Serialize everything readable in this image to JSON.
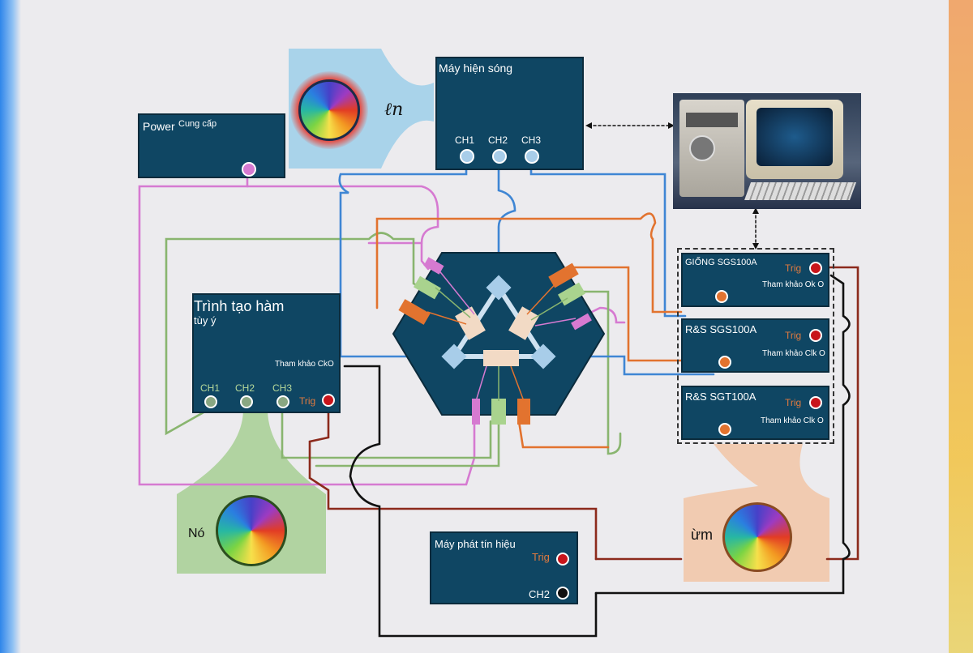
{
  "colors": {
    "box_fill": "#0f4663",
    "wire_pink": "#d67ad1",
    "wire_green": "#89b56f",
    "wire_blue": "#3f86d4",
    "wire_orange": "#e2732f",
    "wire_darkred": "#8c2a1c",
    "wire_black": "#111111",
    "trig_port": "#c8151b"
  },
  "power": {
    "title": "Power",
    "subtitle": "Cung cấp"
  },
  "symbol": {
    "text": "ℓn"
  },
  "oscilloscope": {
    "title": "Máy hiện sóng",
    "channels": [
      "CH1",
      "CH2",
      "CH3"
    ]
  },
  "awg": {
    "title_line1": "Trình tạo hàm",
    "title_line2": "tùy ý",
    "ref_label": "Tham khảo CkO",
    "channels": [
      "CH1",
      "CH2",
      "CH3"
    ],
    "trig": "Trig"
  },
  "sg1": {
    "title": "GIỐNG SGS100A",
    "trig": "Trig",
    "ref": "Tham khảo Ok O"
  },
  "sg2": {
    "title": "R&S SGS100A",
    "trig": "Trig",
    "ref": "Tham khảo Clk O"
  },
  "sg3": {
    "title": "R&S SGT100A",
    "trig": "Trig",
    "ref": "Tham khảo Clk O"
  },
  "signal_gen": {
    "title": "Máy phát tín hiệu",
    "trig": "Trig",
    "ch2": "CH2"
  },
  "left_wheel": {
    "label": "Nó"
  },
  "right_wheel": {
    "label": "ừm"
  },
  "icons": [
    "color-wheel-icon",
    "computer-icon"
  ]
}
